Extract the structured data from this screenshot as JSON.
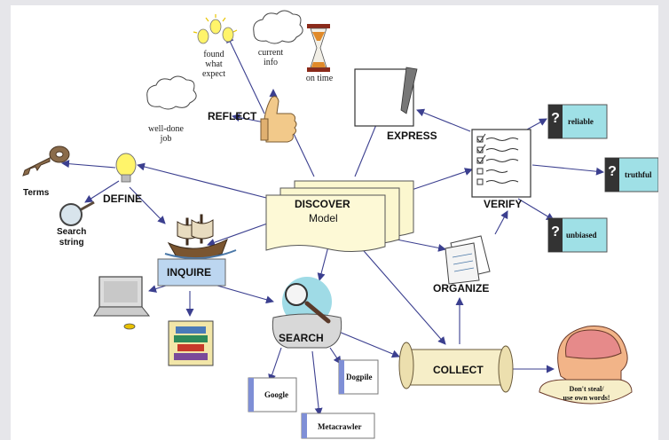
{
  "center": {
    "title": "DISCOVER",
    "subtitle": "Model"
  },
  "nodes": {
    "define": "DEFINE",
    "reflect": "REFLECT",
    "express": "EXPRESS",
    "verify": "VERIFY",
    "inquire": "INQUIRE",
    "organize": "ORGANIZE",
    "search": "SEARCH",
    "collect": "COLLECT"
  },
  "define_items": {
    "terms": "Terms",
    "search_string": "Search\nstring"
  },
  "reflect_items": {
    "found_what_expect": "found\nwhat\nexpect",
    "current_info": "current\ninfo",
    "on_time": "on time",
    "well_done_job": "well-done\njob"
  },
  "verify_items": [
    "reliable",
    "truthful",
    "unbiased"
  ],
  "search_engines": [
    "Google",
    "Dogpile",
    "Metacrawler"
  ],
  "collect_note": "Don't steal/\nuse own words!",
  "colors": {
    "arrow": "#3b3f8f",
    "inquire_fill": "#bcd6f0",
    "search_bubble": "#9fdbe6",
    "verify_box": "#9fe0e6",
    "engine_accent": "#7f8fd6"
  }
}
